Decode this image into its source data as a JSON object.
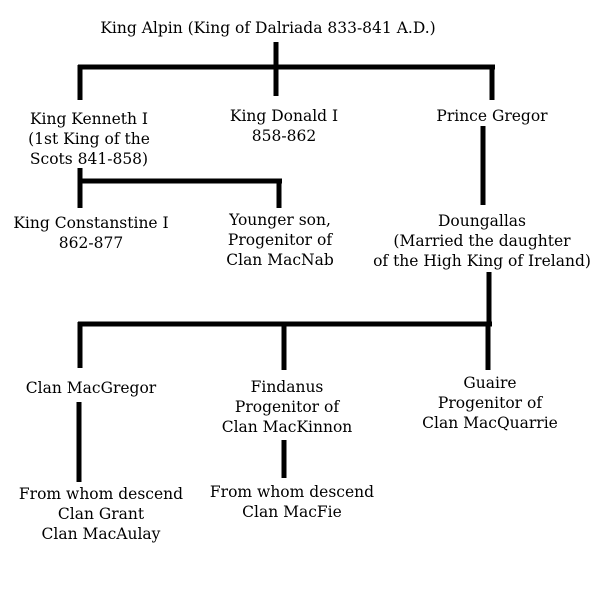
{
  "tree": {
    "root": {
      "lines": [
        "King Alpin (King of Dalriada 833-841 A.D.)"
      ]
    },
    "kenneth": {
      "lines": [
        "King Kenneth I",
        "(1st King of the",
        "Scots 841-858)"
      ]
    },
    "donald": {
      "lines": [
        "King Donald I",
        "858-862"
      ]
    },
    "gregor": {
      "lines": [
        "Prince Gregor"
      ]
    },
    "constantine": {
      "lines": [
        "King Constanstine I",
        "862-877"
      ]
    },
    "younger_son": {
      "lines": [
        "Younger son,",
        "Progenitor of",
        "Clan MacNab"
      ]
    },
    "doungallas": {
      "lines": [
        "Doungallas",
        "(Married the daughter",
        "of the High King of Ireland)"
      ]
    },
    "macgregor": {
      "lines": [
        "Clan MacGregor"
      ]
    },
    "findanus": {
      "lines": [
        "Findanus",
        "Progenitor of",
        "Clan MacKinnon"
      ]
    },
    "guaire": {
      "lines": [
        "Guaire",
        "Progenitor of",
        "Clan MacQuarrie"
      ]
    },
    "macgregor_descendants": {
      "lines": [
        "From whom descend",
        "Clan Grant",
        "Clan MacAulay"
      ]
    },
    "findanus_descendants": {
      "lines": [
        "From whom descend",
        "Clan MacFie"
      ]
    }
  }
}
